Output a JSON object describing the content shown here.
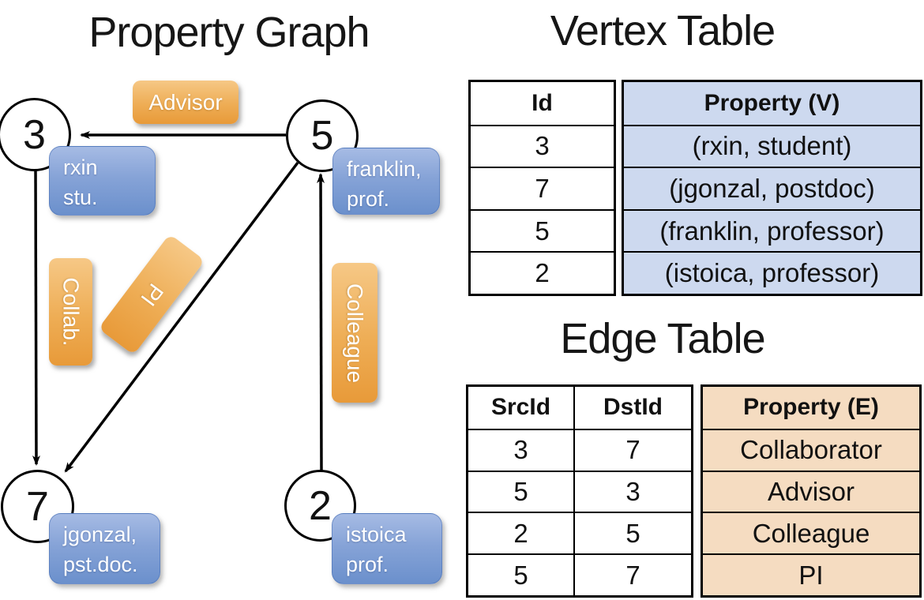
{
  "graph": {
    "title": "Property Graph",
    "nodes": [
      {
        "id": "3"
      },
      {
        "id": "5"
      },
      {
        "id": "7"
      },
      {
        "id": "2"
      }
    ],
    "vertex_props": {
      "rxin": [
        "rxin",
        "stu."
      ],
      "franklin": [
        "franklin,",
        "prof."
      ],
      "jgonzal": [
        "jgonzal,",
        "pst.doc."
      ],
      "istoica": [
        "istoica",
        "prof."
      ]
    },
    "edge_labels": {
      "advisor": "Advisor",
      "collab": "Collab.",
      "pi": "PI",
      "colleague": "Colleague"
    }
  },
  "vertex_table": {
    "title": "Vertex Table",
    "headers": {
      "id": "Id",
      "property": "Property (V)"
    },
    "rows": [
      {
        "id": "3",
        "property": "(rxin, student)"
      },
      {
        "id": "7",
        "property": "(jgonzal, postdoc)"
      },
      {
        "id": "5",
        "property": "(franklin, professor)"
      },
      {
        "id": "2",
        "property": "(istoica, professor)"
      }
    ]
  },
  "edge_table": {
    "title": "Edge Table",
    "headers": {
      "src": "SrcId",
      "dst": "DstId",
      "property": "Property (E)"
    },
    "rows": [
      {
        "src": "3",
        "dst": "7",
        "property": "Collaborator"
      },
      {
        "src": "5",
        "dst": "3",
        "property": "Advisor"
      },
      {
        "src": "2",
        "dst": "5",
        "property": "Colleague"
      },
      {
        "src": "5",
        "dst": "7",
        "property": "PI"
      }
    ]
  },
  "colors": {
    "edge_label_top": "#f6c886",
    "edge_label_bottom": "#e89a39",
    "vertex_box_top": "#a6bbe4",
    "vertex_box_bottom": "#6b90cc",
    "vertex_table_cell_bg": "#cdd9ef",
    "edge_table_cell_bg": "#f5dcc1",
    "line": "#000000"
  }
}
